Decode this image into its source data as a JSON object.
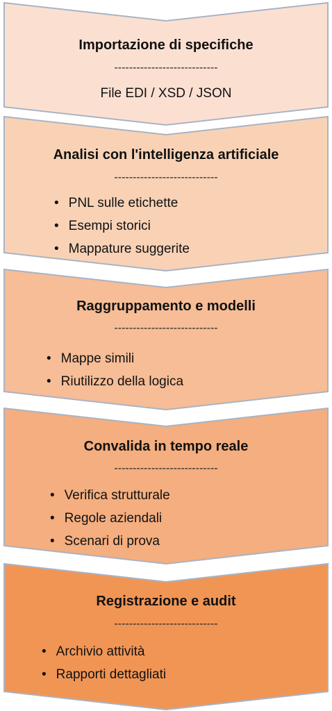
{
  "flow": {
    "separator": "----------------------------",
    "bullet": "•",
    "steps": [
      {
        "title": "Importazione di specifiche",
        "subtitle": "File EDI / XSD / JSON",
        "items": [],
        "color": "#fbe0d2"
      },
      {
        "title": "Analisi con l'intelligenza artificiale",
        "subtitle": "",
        "items": [
          "PNL sulle etichette",
          "Esempi storici",
          "Mappature suggerite"
        ],
        "color": "#f9d2b6"
      },
      {
        "title": "Raggruppamento e modelli",
        "subtitle": "",
        "items": [
          "Mappe simili",
          "Riutilizzo della logica"
        ],
        "color": "#f6bd97"
      },
      {
        "title": "Convalida in tempo reale",
        "subtitle": "",
        "items": [
          "Verifica strutturale",
          "Regole aziendali",
          "Scenari di prova"
        ],
        "color": "#f4ae7f"
      },
      {
        "title": "Registrazione e audit",
        "subtitle": "",
        "items": [
          "Archivio attività",
          "Rapporti dettagliati"
        ],
        "color": "#f19555"
      }
    ]
  }
}
